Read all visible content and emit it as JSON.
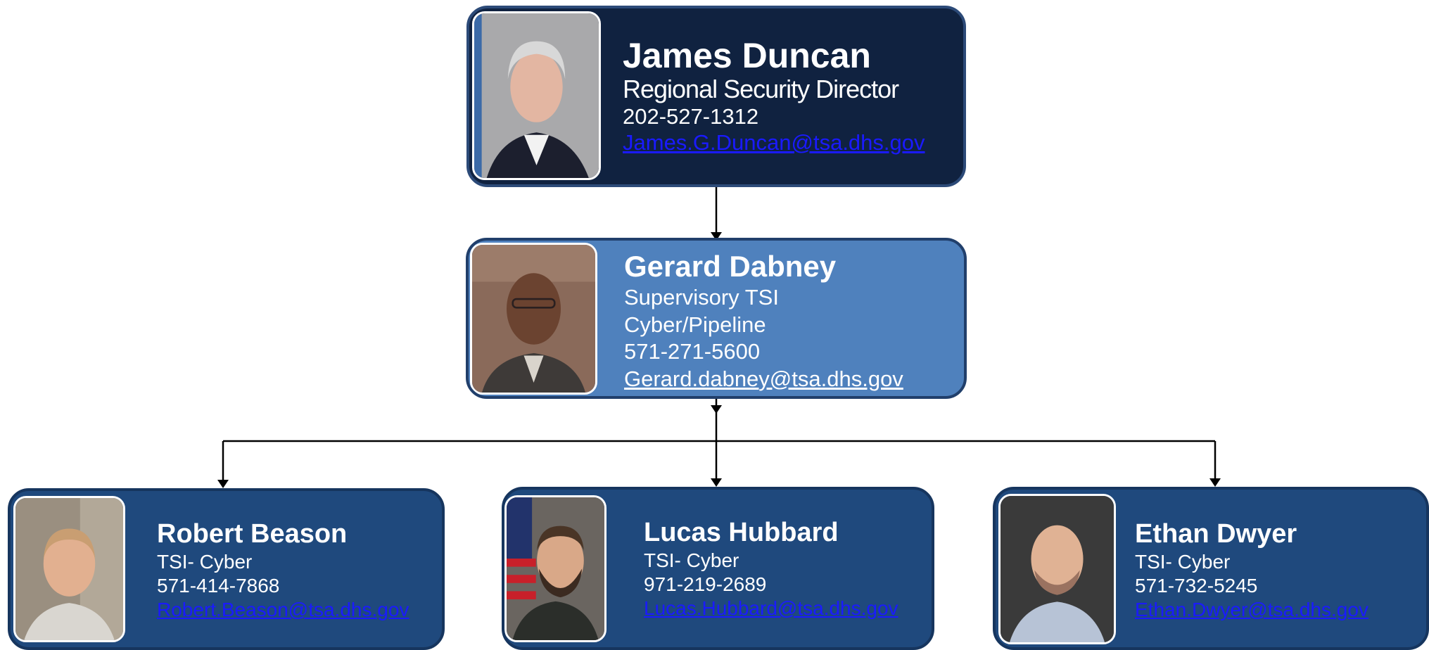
{
  "director": {
    "name": "James Duncan",
    "title": "Regional Security Director",
    "phone": "202-527-1312",
    "email": "James.G.Duncan@tsa.dhs.gov"
  },
  "supervisor": {
    "name": "Gerard Dabney",
    "title": "Supervisory TSI",
    "unit": "Cyber/Pipeline",
    "phone": "571-271-5600",
    "email": "Gerard.dabney@tsa.dhs.gov"
  },
  "staff": [
    {
      "name": "Robert Beason",
      "title": "TSI- Cyber",
      "phone": "571-414-7868",
      "email": "Robert.Beason@tsa.dhs.gov"
    },
    {
      "name": "Lucas Hubbard",
      "title": "TSI- Cyber",
      "phone": "971-219-2689",
      "email": "Lucas.Hubbard@tsa.dhs.gov"
    },
    {
      "name": "Ethan Dwyer",
      "title": "TSI- Cyber",
      "phone": "571-732-5245",
      "email": "Ethan.Dwyer@tsa.dhs.gov"
    }
  ],
  "colors": {
    "director_card": "#102240",
    "supervisor_card": "#4f81bd",
    "staff_card": "#1f497d",
    "email_link": "#1a1aff"
  }
}
